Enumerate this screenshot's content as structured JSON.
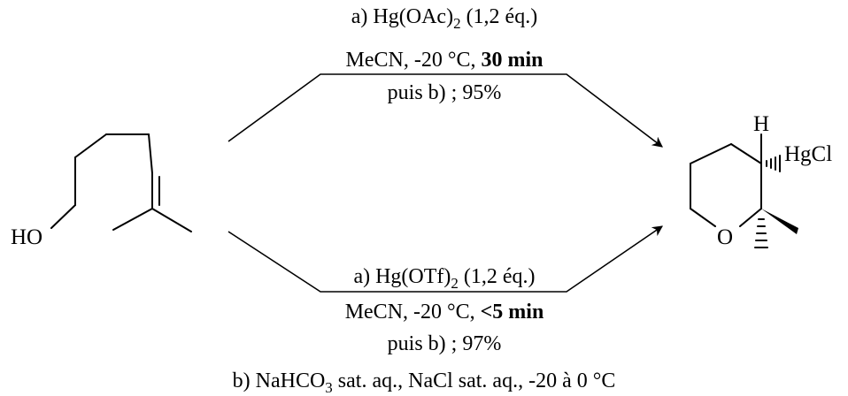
{
  "reactant": {
    "hydroxyl_label": "HO"
  },
  "product": {
    "hydrogen_label": "H",
    "substituent_label": "HgCl",
    "ring_oxygen_label": "O"
  },
  "top_route": {
    "reagent_prefix": "a) Hg(OAc)",
    "reagent_subscript": "2",
    "reagent_suffix": " (1,2 éq.)",
    "conditions_text": "MeCN, -20 °C, ",
    "conditions_bold": "30 min",
    "workup": "puis b) ; 95%"
  },
  "bottom_route": {
    "reagent_prefix": "a) Hg(OTf)",
    "reagent_subscript": "2",
    "reagent_suffix": " (1,2 éq.)",
    "conditions_text": "MeCN, -20 °C, ",
    "conditions_bold": "<5 min",
    "workup": "puis b) ; 97%"
  },
  "footnote": {
    "prefix": "b) NaHCO",
    "subscript": "3",
    "suffix": " sat. aq., NaCl sat. aq., -20 à 0 °C"
  }
}
